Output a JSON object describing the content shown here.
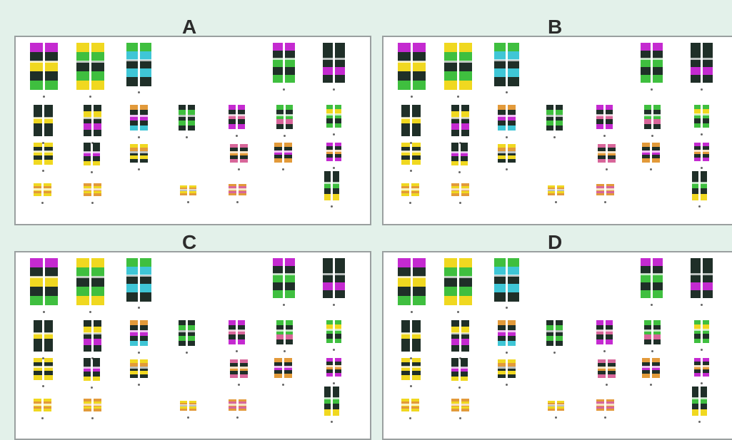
{
  "panels": [
    {
      "title": "A"
    },
    {
      "title": "B"
    },
    {
      "title": "C"
    },
    {
      "title": "D"
    }
  ],
  "colors": {
    "background": "#e3f1ea",
    "magenta": "#c42ad0",
    "yellow": "#f0d820",
    "green": "#3fbf3f",
    "cyan": "#3fc6d6",
    "dark": "#1f2f28",
    "orange": "#e29a3a",
    "pink": "#d8669a"
  }
}
